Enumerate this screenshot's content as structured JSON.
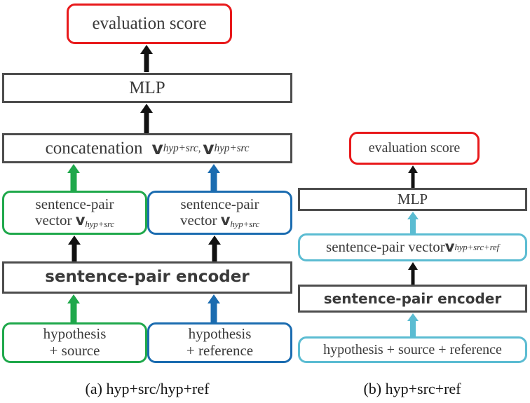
{
  "figure": {
    "type": "diagram",
    "description": "Two model architecture diagrams for sentence-pair based machine translation evaluation",
    "panels": [
      {
        "id": "a",
        "caption": "(a)  hyp+src/hyp+ref",
        "nodes": {
          "evaluation_score": "evaluation score",
          "mlp": "MLP",
          "concatenation_label": "concatenation",
          "concat_v1_symbol": "v",
          "concat_v1_sub": "hyp+src,",
          "concat_v2_symbol": "v",
          "concat_v2_sub": "hyp+src",
          "vector_left_line1": "sentence-pair",
          "vector_left_line2": "vector ",
          "vector_left_symbol": "v",
          "vector_left_sub": "hyp+src",
          "vector_right_line1": "sentence-pair",
          "vector_right_line2": "vector ",
          "vector_right_symbol": "v",
          "vector_right_sub": "hyp+src",
          "encoder": "sentence-pair encoder",
          "input_left_line1": "hypothesis",
          "input_left_line2": "+ source",
          "input_right_line1": "hypothesis",
          "input_right_line2": "+ reference"
        }
      },
      {
        "id": "b",
        "caption": "(b)  hyp+src+ref",
        "nodes": {
          "evaluation_score": "evaluation score",
          "mlp": "MLP",
          "vector_label": "sentence-pair vector ",
          "vector_symbol": "v",
          "vector_sub": "hyp+src+ref",
          "encoder": "sentence-pair encoder",
          "input": "hypothesis + source + reference"
        }
      }
    ],
    "colors": {
      "red": "#e8191b",
      "green": "#1fa84b",
      "blue": "#1b6cb0",
      "cyan": "#5bbcd2",
      "dark_gray": "#4d4d4d",
      "black": "#111111",
      "text": "#3a3a3a",
      "background": "#ffffff"
    }
  }
}
